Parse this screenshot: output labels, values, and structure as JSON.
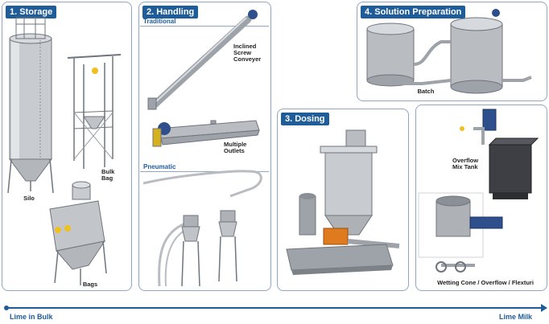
{
  "sections": {
    "storage": {
      "title": "1. Storage",
      "labels": {
        "silo": "Silo",
        "bulk_bag": "Bulk\nBag",
        "bags": "Bags"
      }
    },
    "handling": {
      "title": "2. Handling",
      "traditional": "Traditional",
      "pneumatic": "Pneumatic",
      "labels": {
        "inclined_screw": "Inclined\nScrew\nConveyer",
        "multiple_outlets": "Multiple\nOutlets"
      }
    },
    "dosing": {
      "title": "3. Dosing"
    },
    "solution": {
      "title": "4. Solution Preparation",
      "labels": {
        "batch": "Batch",
        "overflow_mix": "Overflow\nMix Tank",
        "wetting_cone": "Wetting Cone / Overflow / Flexturi"
      }
    }
  },
  "axis": {
    "start": "Lime in Bulk",
    "end": "Lime Milk",
    "color": "#1f5c9a"
  },
  "colors": {
    "panel_border": "#8fa6c4",
    "steel": "#b9bcc1",
    "dark_steel": "#7d8289",
    "motor": "#2e4f8c",
    "accent_orange": "#e07a1f"
  }
}
